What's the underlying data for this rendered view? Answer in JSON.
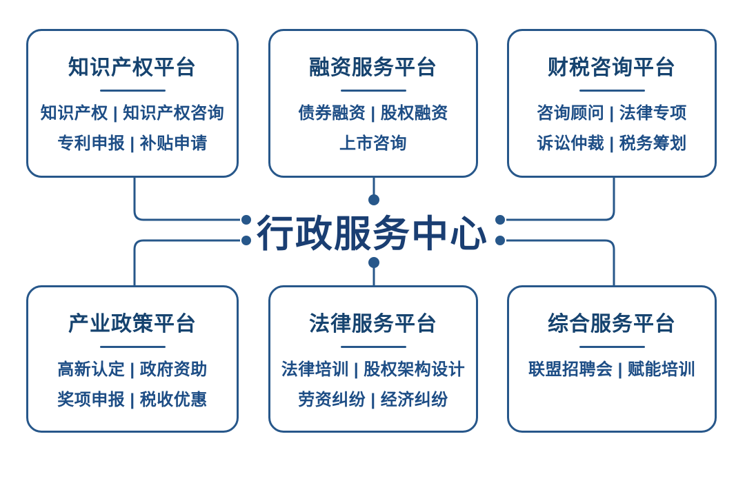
{
  "center": {
    "title": "行政服务中心"
  },
  "colors": {
    "line": "#27578a",
    "title_text": "#16436f",
    "body_text": "#1d4d85",
    "center_text": "#1a3e72",
    "bg": "#ffffff"
  },
  "platforms": [
    {
      "id": "intellectual-property",
      "title": "知识产权平台",
      "lines": [
        "知识产权 | 知识产权咨询",
        "专利申报 | 补贴申请"
      ]
    },
    {
      "id": "financing-service",
      "title": "融资服务平台",
      "lines": [
        "债券融资 | 股权融资",
        "上市咨询"
      ]
    },
    {
      "id": "finance-tax-consulting",
      "title": "财税咨询平台",
      "lines": [
        "咨询顾问 | 法律专项",
        "诉讼仲裁 | 税务筹划"
      ]
    },
    {
      "id": "industry-policy",
      "title": "产业政策平台",
      "lines": [
        "高新认定 | 政府资助",
        "奖项申报 | 税收优惠"
      ]
    },
    {
      "id": "legal-service",
      "title": "法律服务平台",
      "lines": [
        "法律培训 | 股权架构设计",
        "劳资纠纷 | 经济纠纷"
      ]
    },
    {
      "id": "comprehensive-service",
      "title": "综合服务平台",
      "lines": [
        "联盟招聘会 | 赋能培训"
      ]
    }
  ]
}
